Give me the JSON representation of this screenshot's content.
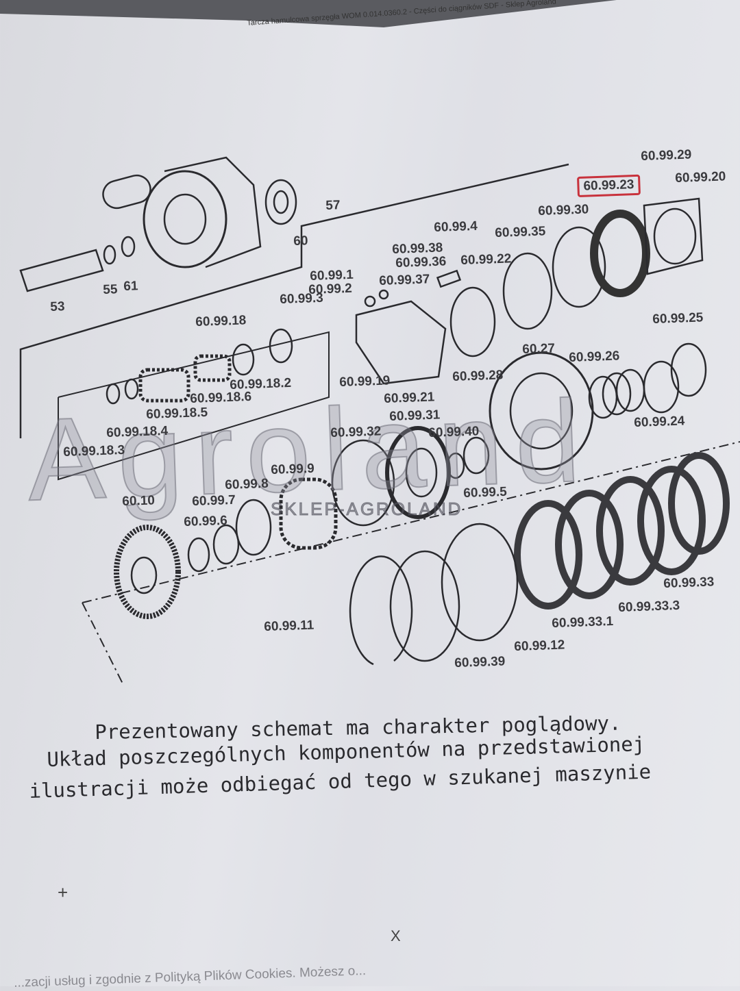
{
  "header": {
    "text": "Tarcza hamulcowa sprzęgła WOM 0.014.0360.2 - Części do ciągników SDF - Sklep Agroland"
  },
  "watermark": {
    "brand": "Agroland",
    "sub": "SKLEP-AGROLAND"
  },
  "highlight_color": "#c8323c",
  "part_labels": [
    "60.99.29",
    "60.99.20",
    "60.99.23",
    "57",
    "60.99.30",
    "60.99.4",
    "60.99.35",
    "60",
    "60.99.38",
    "60.99.36",
    "60.99.22",
    "60.99.1",
    "60.99.37",
    "60.99.2",
    "55",
    "61",
    "53",
    "60.99.3",
    "60.99.18",
    "60.99.25",
    "60.27",
    "60.99.26",
    "60.99.19",
    "60.99.28",
    "60.99.18.2",
    "60.99.21",
    "60.99.18.6",
    "60.99.18.5",
    "60.99.31",
    "60.99.24",
    "60.99.32",
    "60.99.40",
    "60.99.18.4",
    "60.99.18.3",
    "60.99.9",
    "60.99.8",
    "60.99.5",
    "60.10",
    "60.99.7",
    "60.99.6",
    "60.99.33",
    "60.99.33.3",
    "60.99.33.1",
    "60.99.11",
    "60.99.12",
    "60.99.39"
  ],
  "highlighted_part": "60.99.23",
  "note": {
    "line1": "Prezentowany schemat ma charakter poglądowy.",
    "line2": "Układ poszczególnych komponentów na przedstawionej",
    "line3": "ilustracji może odbiegać od tego w szukanej maszynie"
  },
  "plus_mark": "+",
  "close_mark": "X",
  "cookie_text": "...zacji usług i zgodnie z Polityką Plików Cookies. Możesz o..."
}
